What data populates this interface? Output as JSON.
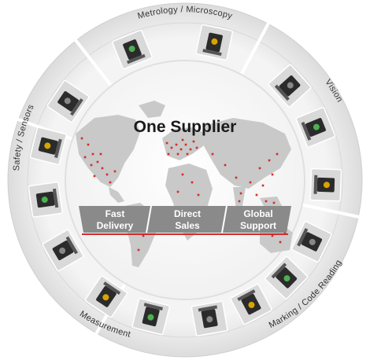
{
  "title": "One Supplier",
  "segments": [
    {
      "label": "Metrology / Microscopy"
    },
    {
      "label": "Vision"
    },
    {
      "label": "Marking / Code Reading"
    },
    {
      "label": "Measurement"
    },
    {
      "label": "Safety / Sensors"
    }
  ],
  "bands": [
    {
      "line1": "Fast",
      "line2": "Delivery"
    },
    {
      "line1": "Direct",
      "line2": "Sales"
    },
    {
      "line1": "Global",
      "line2": "Support"
    }
  ],
  "colors": {
    "accent_red": "#d42a2a",
    "band_gray": "#8a8a8a",
    "ring_gray": "#e6e6e6",
    "map_gray": "#c9c9c9"
  },
  "products": [
    "microscope-icon",
    "digital-microscope-icon",
    "vision-camera-icon",
    "ring-light-icon",
    "smart-camera-icon",
    "barcode-scanner-icon",
    "handheld-reader-icon",
    "laser-marker-icon",
    "marker-controller-icon",
    "laser-scanner-icon",
    "measurement-controller-icon",
    "safety-scanner-icon",
    "light-curtain-icon",
    "photoelectric-sensor-icon",
    "fiber-sensor-icon",
    "light-grid-icon"
  ]
}
